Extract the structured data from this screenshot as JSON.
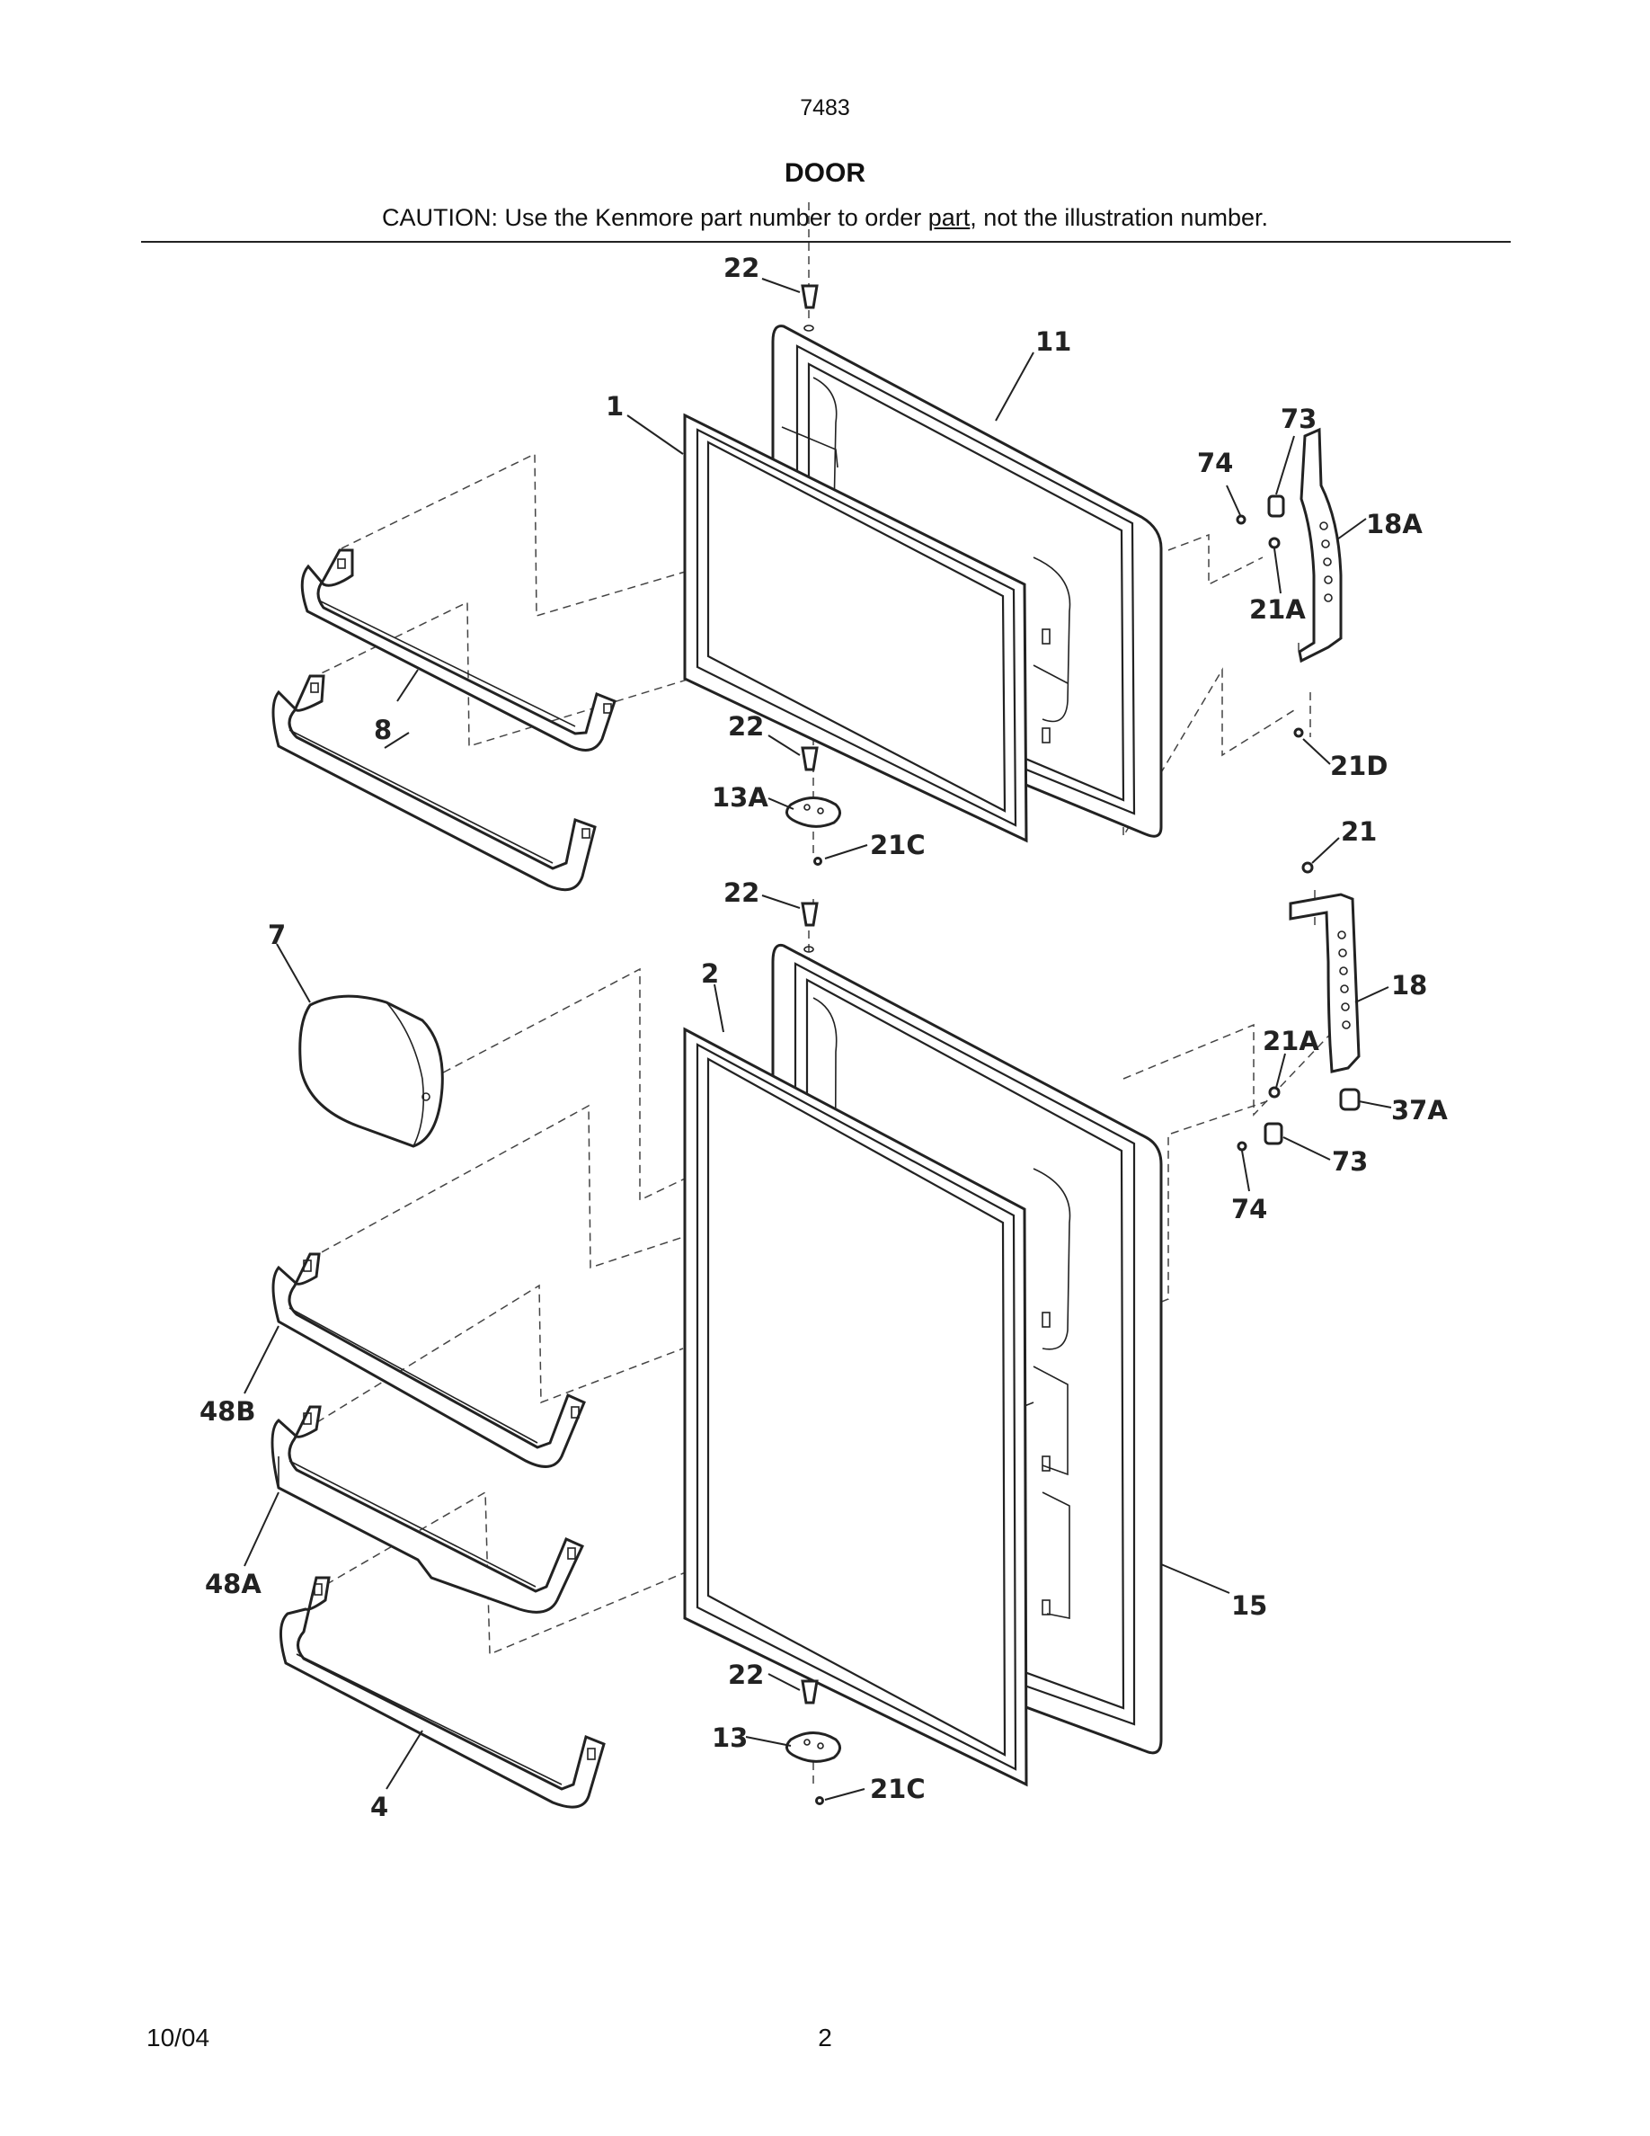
{
  "header": {
    "model_number": "7483",
    "title": "DOOR",
    "caution_before": "CAUTION: Use the Kenmore part number to order ",
    "caution_underlined": "part",
    "caution_after": ", not the illustration number."
  },
  "footer": {
    "date": "10/04",
    "page_number": "2"
  },
  "callouts": {
    "c22_top": "22",
    "c11": "11",
    "c1": "1",
    "c73_top": "73",
    "c74_top": "74",
    "c18A": "18A",
    "c21A_top": "21A",
    "c8": "8",
    "c22_mid1": "22",
    "c13A": "13A",
    "c21C_top": "21C",
    "c21D": "21D",
    "c21": "21",
    "c22_mid2": "22",
    "c7": "7",
    "c2": "2",
    "c18": "18",
    "c21A_low": "21A",
    "c37A": "37A",
    "c73_low": "73",
    "c74_low": "74",
    "c48B": "48B",
    "c48A": "48A",
    "c15": "15",
    "c22_bottom": "22",
    "c13": "13",
    "c21C_bottom": "21C",
    "c4": "4"
  }
}
